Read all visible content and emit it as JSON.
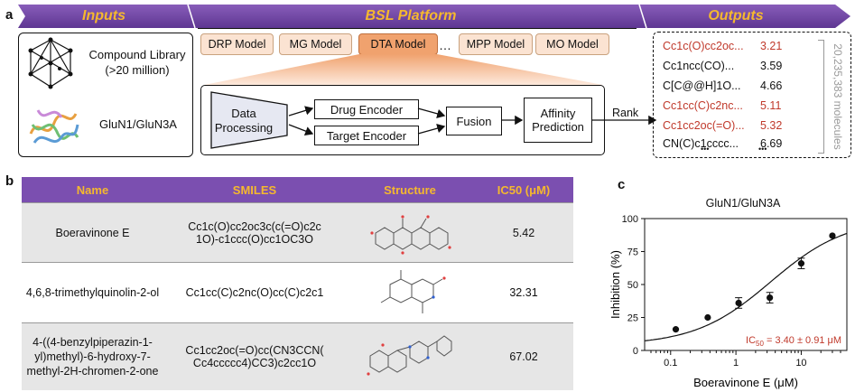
{
  "panel_a": {
    "letter": "a",
    "banners": {
      "inputs": "Inputs",
      "platform": "BSL Platform",
      "outputs": "Outputs"
    },
    "inputs": {
      "compound_library_line1": "Compound Library",
      "compound_library_line2": "(>20 million)",
      "target": "GluN1/GluN3A"
    },
    "models": [
      "DRP Model",
      "MG Model",
      "DTA Model",
      "MPP Model",
      "MO Model"
    ],
    "ellipsis": "…",
    "pipeline": {
      "data_processing_line1": "Data",
      "data_processing_line2": "Processing",
      "drug_encoder": "Drug Encoder",
      "target_encoder": "Target Encoder",
      "fusion": "Fusion",
      "affinity_line1": "Affinity",
      "affinity_line2": "Prediction",
      "rank": "Rank"
    },
    "outputs": {
      "rows": [
        {
          "smiles": "Cc1c(O)cc2oc...",
          "value": "3.21",
          "highlight": true
        },
        {
          "smiles": "Cc1ncc(CO)...",
          "value": "3.59",
          "highlight": false
        },
        {
          "smiles": "C[C@@H]1O...",
          "value": "4.66",
          "highlight": false
        },
        {
          "smiles": "Cc1cc(C)c2nc...",
          "value": "5.11",
          "highlight": true
        },
        {
          "smiles": "Cc1cc2oc(=O)...",
          "value": "5.32",
          "highlight": true
        },
        {
          "smiles": "CN(C)c1cccc...",
          "value": "6.69",
          "highlight": false
        }
      ],
      "more": "•••",
      "count_label": "20,235,383 molecules"
    },
    "colors": {
      "purple": "#7b4fb0",
      "gold": "#f5b82e",
      "highlight_red": "#c0392b",
      "model_fill": "#fbe3d2",
      "model_active": "#f0a26e"
    }
  },
  "panel_b": {
    "letter": "b",
    "headers": [
      "Name",
      "SMILES",
      "Structure",
      "IC50 (μM)"
    ],
    "rows": [
      {
        "name": "Boeravinone E",
        "smiles_line1": "Cc1c(O)cc2oc3c(c(=O)c2c",
        "smiles_line2": "1O)-c1ccc(O)cc1OC3O",
        "ic50": "5.42"
      },
      {
        "name": "4,6,8-trimethylquinolin-2-ol",
        "smiles_line1": "Cc1cc(C)c2nc(O)cc(C)c2c1",
        "smiles_line2": "",
        "ic50": "32.31"
      },
      {
        "name_line1": "4-((4-benzylpiperazin-1-",
        "name_line2": "yl)methyl)-6-hydroxy-7-",
        "name_line3": "methyl-2H-chromen-2-one",
        "smiles_line1": "Cc1cc2oc(=O)cc(CN3CCN(",
        "smiles_line2": "Cc4ccccc4)CC3)c2cc1O",
        "ic50": "67.02"
      }
    ]
  },
  "panel_c": {
    "letter": "c",
    "chart_data": {
      "type": "scatter",
      "title": "GluN1/GluN3A",
      "xlabel": "Boeravinone E (μM)",
      "ylabel": "Inhibition (%)",
      "xscale": "log",
      "xlim": [
        0.04,
        50
      ],
      "ylim": [
        0,
        100
      ],
      "xticks": [
        0.1,
        1,
        10
      ],
      "xtick_labels": [
        "0.1",
        "1",
        "10"
      ],
      "yticks": [
        0,
        25,
        50,
        75,
        100
      ],
      "points": [
        {
          "x": 0.12,
          "y": 16,
          "err": 0
        },
        {
          "x": 0.37,
          "y": 25,
          "err": 0
        },
        {
          "x": 1.1,
          "y": 36,
          "err": 4
        },
        {
          "x": 3.3,
          "y": 40,
          "err": 4
        },
        {
          "x": 10,
          "y": 66,
          "err": 4
        },
        {
          "x": 30,
          "y": 87,
          "err": 0
        }
      ],
      "fit": {
        "ic50": 3.4,
        "hill": 0.75,
        "bottom": 4,
        "top": 100
      },
      "annotation_prefix": "IC",
      "annotation_sub": "50",
      "annotation_rest": " = 3.40 ± 0.91 μM",
      "annotation_color": "#c0392b",
      "grid": false
    }
  }
}
